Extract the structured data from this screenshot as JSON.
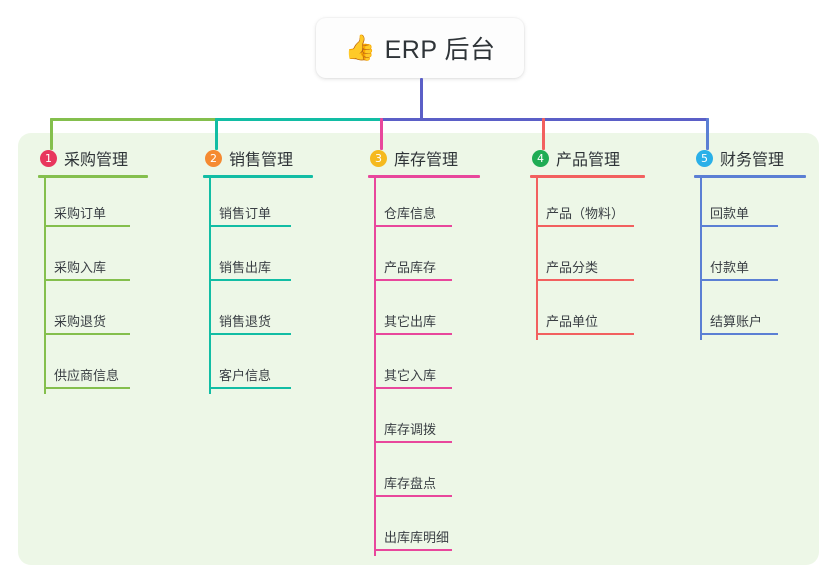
{
  "root": {
    "emoji": "👍",
    "emoji_name": "thumbs-up-emoji",
    "title": "ERP 后台"
  },
  "palette": {
    "panel_bg": "#edf7e7",
    "page_bg": "#ffffff",
    "text": "#2f3438",
    "root_stem": "#5b5fc7"
  },
  "connector": {
    "segments": [
      {
        "name": "bus-green",
        "color": "#84bf4d"
      },
      {
        "name": "bus-teal",
        "color": "#12bda4"
      },
      {
        "name": "bus-blue",
        "color": "#5b5fc7"
      }
    ]
  },
  "columns": [
    {
      "number": "1",
      "title": "采购管理",
      "badge_color": "#e8365d",
      "line_color": "#84bf4d",
      "stub_color": "#84bf4d",
      "items": [
        "采购订单",
        "采购入库",
        "采购退货",
        "供应商信息"
      ]
    },
    {
      "number": "2",
      "title": "销售管理",
      "badge_color": "#f58a31",
      "line_color": "#12bda4",
      "stub_color": "#12bda4",
      "items": [
        "销售订单",
        "销售出库",
        "销售退货",
        "客户信息"
      ]
    },
    {
      "number": "3",
      "title": "库存管理",
      "badge_color": "#f5b91e",
      "line_color": "#e8479c",
      "stub_color": "#e8479c",
      "items": [
        "仓库信息",
        "产品库存",
        "其它出库",
        "其它入库",
        "库存调拨",
        "库存盘点",
        "出库库明细"
      ]
    },
    {
      "number": "4",
      "title": "产品管理",
      "badge_color": "#1fac54",
      "line_color": "#f2605f",
      "stub_color": "#f2605f",
      "items": [
        "产品（物料）",
        "产品分类",
        "产品单位"
      ]
    },
    {
      "number": "5",
      "title": "财务管理",
      "badge_color": "#2ab0e8",
      "line_color": "#5b7fd4",
      "stub_color": "#5b7fd4",
      "items": [
        "回款单",
        "付款单",
        "结算账户"
      ]
    }
  ]
}
